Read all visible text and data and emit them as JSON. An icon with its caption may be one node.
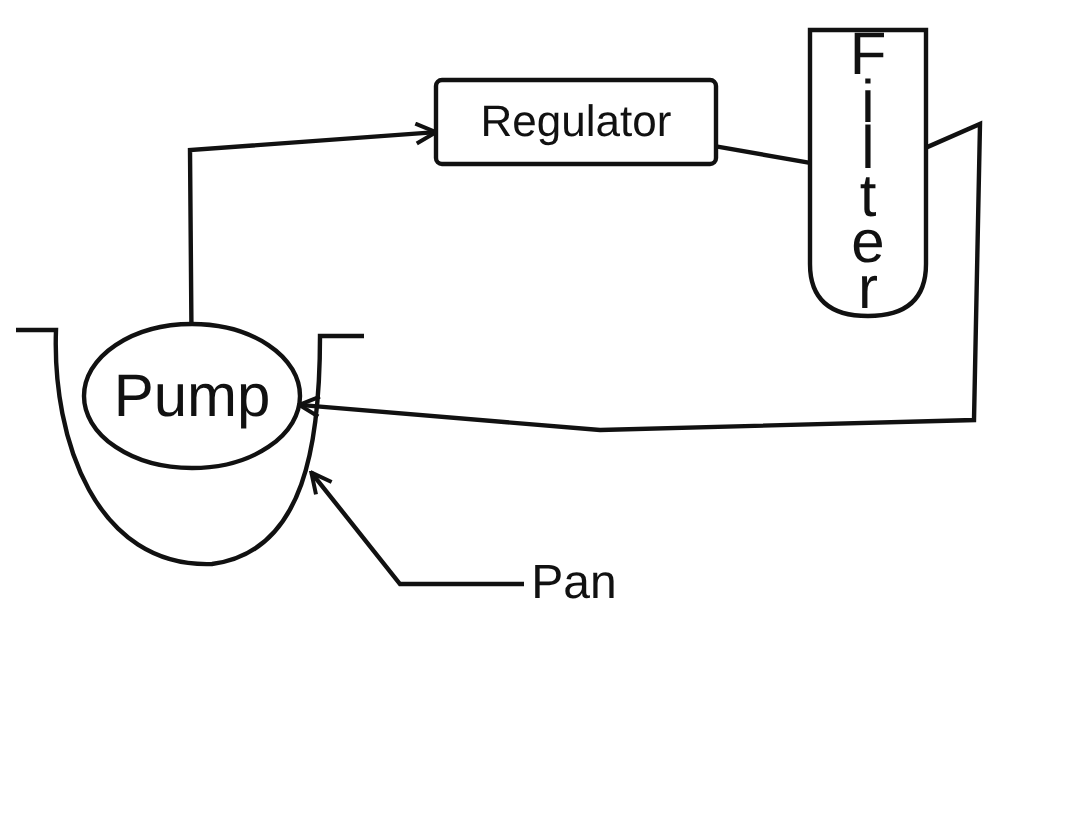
{
  "diagram": {
    "nodes": [
      {
        "text": [
          "Regulator"
        ]
      },
      {
        "text": [
          "Filter"
        ]
      },
      {
        "text": [],
        "shape": "bowl"
      },
      {
        "text": [
          "Pump"
        ],
        "in": 2
      },
      {
        "text": [
          "Pan"
        ]
      }
    ],
    "edges": [
      {
        "from": 3,
        "to": 0,
        "arrow": "to"
      },
      {
        "from": 0,
        "to": 1,
        "arrow": "none"
      },
      {
        "from": 1,
        "to": 3,
        "arrow": "to"
      },
      {
        "from": 4,
        "to": 2,
        "arrow": "to"
      }
    ]
  }
}
